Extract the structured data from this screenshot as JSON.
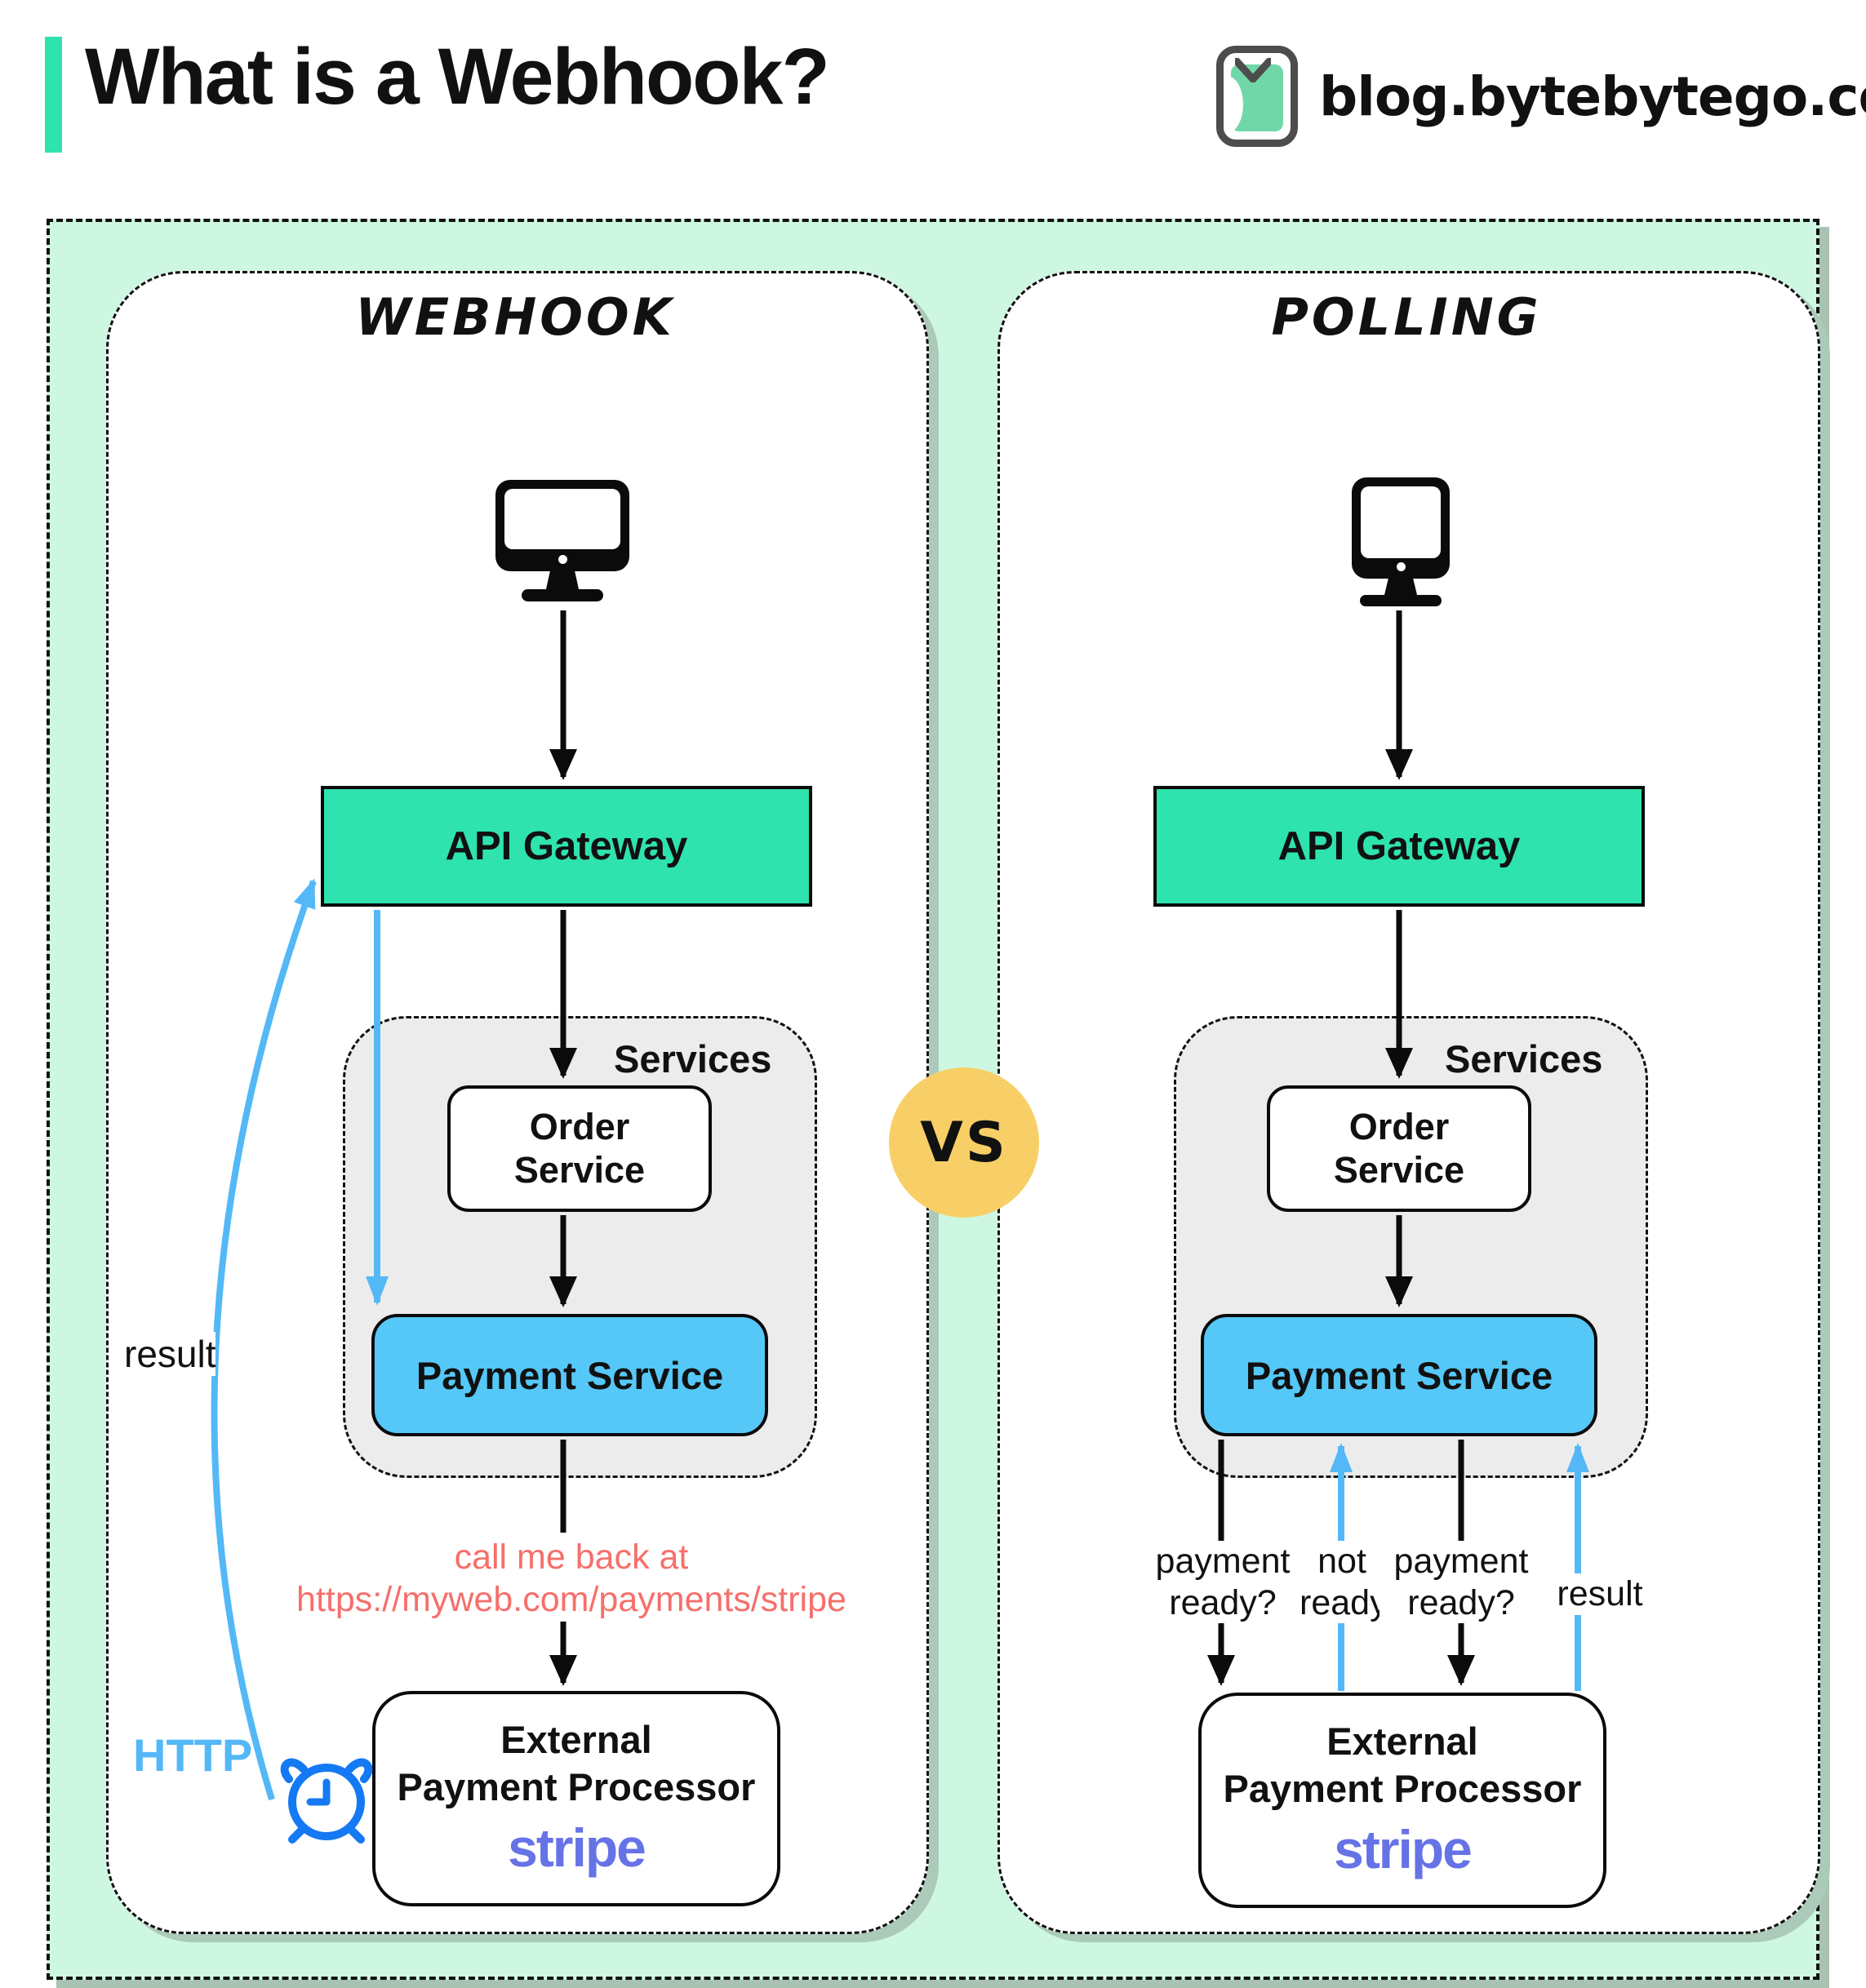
{
  "header": {
    "title": "What is a Webhook?",
    "site": "blog.bytebytego.com",
    "accent_color": "#2ee3ae"
  },
  "comparison": {
    "vs": "VS"
  },
  "panels": [
    {
      "title": "Webhook",
      "client_icon": "desktop-monitor-icon",
      "api_gateway": "API Gateway",
      "services": "Services",
      "order": [
        "Order",
        "Service"
      ],
      "payment": "Payment Service",
      "note": [
        "call me back at",
        "https://myweb.com/payments/stripe"
      ],
      "external": [
        "External",
        "Payment Processor"
      ],
      "brand": "stripe",
      "result": "result",
      "http": "HTTP",
      "alarm_icon": "alarm-clock-icon"
    },
    {
      "title": "Polling",
      "client_icon": "desktop-monitor-icon",
      "api_gateway": "API Gateway",
      "services": "Services",
      "order": [
        "Order",
        "Service"
      ],
      "payment": "Payment Service",
      "external": [
        "External",
        "Payment Processor"
      ],
      "brand": "stripe",
      "flow_labels": [
        {
          "lines": [
            "payment",
            "ready?"
          ]
        },
        {
          "lines": [
            "not",
            "ready"
          ]
        },
        {
          "lines": [
            "payment",
            "ready?"
          ]
        },
        {
          "lines": [
            "result"
          ]
        }
      ]
    }
  ],
  "colors": {
    "mint_background": "#cef7e1",
    "gateway_teal": "#2ee3ae",
    "payment_blue": "#55c8f8",
    "arrow_blue": "#54b8f7",
    "vs_yellow": "#f8cf66",
    "note_red": "#f66f6b",
    "stripe_purple": "#6673e6",
    "services_gray": "#ececec"
  }
}
